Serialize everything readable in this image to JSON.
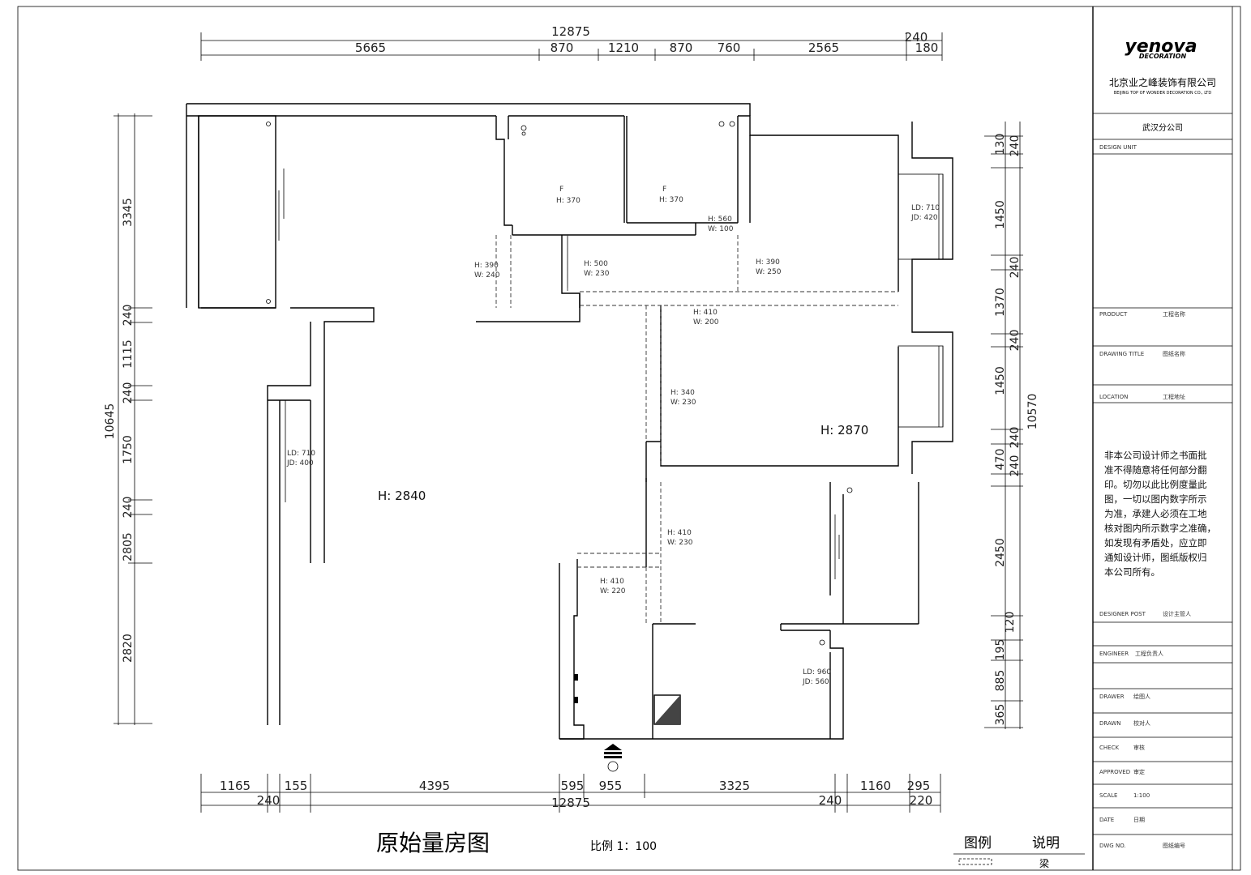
{
  "brand": {
    "logo_text": "yenova",
    "logo_sub": "DECORATION",
    "company_cn": "北京业之峰装饰有限公司",
    "company_en": "BEIJING TOP OF WONDER DECORATION CO., LTD",
    "branch": "武汉分公司"
  },
  "title_block": {
    "design_unit": "DESIGN UNIT",
    "product": "PRODUCT",
    "product_val": "工程名称",
    "drawing_title": "DRAWING TITLE",
    "drawing_title_val": "图纸名称",
    "location": "LOCATION",
    "location_val": "工程地址",
    "designer": "DESIGNER POST",
    "designer_val": "设计主管人",
    "engineer": "ENGINEER",
    "engineer_val": "工程负责人",
    "drafter": "DRAWER",
    "drafter_val": "绘图人",
    "drawn": "DRAWN",
    "drawn_val": "校对人",
    "check": "CHECK",
    "check_val": "审核",
    "approved": "APPROVED",
    "approved_val": "审定",
    "scale": "SCALE",
    "scale_val": "1:100",
    "date": "DATE",
    "date_val": "日期",
    "dwg_no": "DWG NO.",
    "dwg_no_val": "图纸编号",
    "notice": [
      "非本公司设计师之书面批",
      "准不得随意将任何部分翻",
      "印。切勿以此比例度量此",
      "图，一切以图内数字所示",
      "为准，承建人必须在工地",
      "核对图内所示数字之准确，",
      "如发现有矛盾处，应立即",
      "通知设计师，图纸版权归",
      "本公司所有。"
    ]
  },
  "drawing": {
    "title": "原始量房图",
    "scale": "比例 1：100",
    "legend_title": "图例",
    "legend_desc": "说明",
    "legend_item": "梁"
  },
  "dims_top": {
    "total": "12875",
    "segments": [
      "5665",
      "870",
      "1210",
      "870",
      "760",
      "2565",
      "240",
      "180"
    ]
  },
  "dims_bottom": {
    "total": "12875",
    "segments": [
      "1165",
      "155",
      "4395",
      "595",
      "955",
      "3325",
      "1160",
      "295"
    ],
    "sub": [
      "240",
      "240",
      "220"
    ]
  },
  "dims_left": {
    "total": "10645",
    "segments": [
      "3345",
      "240",
      "1115",
      "240",
      "1750",
      "240",
      "2805",
      "2820"
    ]
  },
  "dims_right": {
    "total": "10570",
    "segments": [
      "130",
      "240",
      "1450",
      "240",
      "1370",
      "240",
      "1450",
      "240",
      "470",
      "240",
      "2450",
      "120",
      "195",
      "885",
      "365"
    ]
  },
  "annotations": {
    "room_heights": [
      "H: 2840",
      "H: 2870"
    ],
    "beams": [
      "H: 390",
      "W: 240",
      "H: 500",
      "W: 230",
      "H: 560",
      "W: 100",
      "H: 390",
      "W: 250",
      "H: 410",
      "W: 200",
      "H: 340",
      "W: 230",
      "H: 410",
      "W: 230",
      "H: 410",
      "W: 220"
    ],
    "windows": [
      "LD: 710",
      "JD: 420",
      "LD: 710",
      "JD: 400",
      "LD: 960",
      "JD: 560"
    ],
    "kitchen": [
      "F",
      "H: 370",
      "F",
      "H: 370"
    ]
  }
}
